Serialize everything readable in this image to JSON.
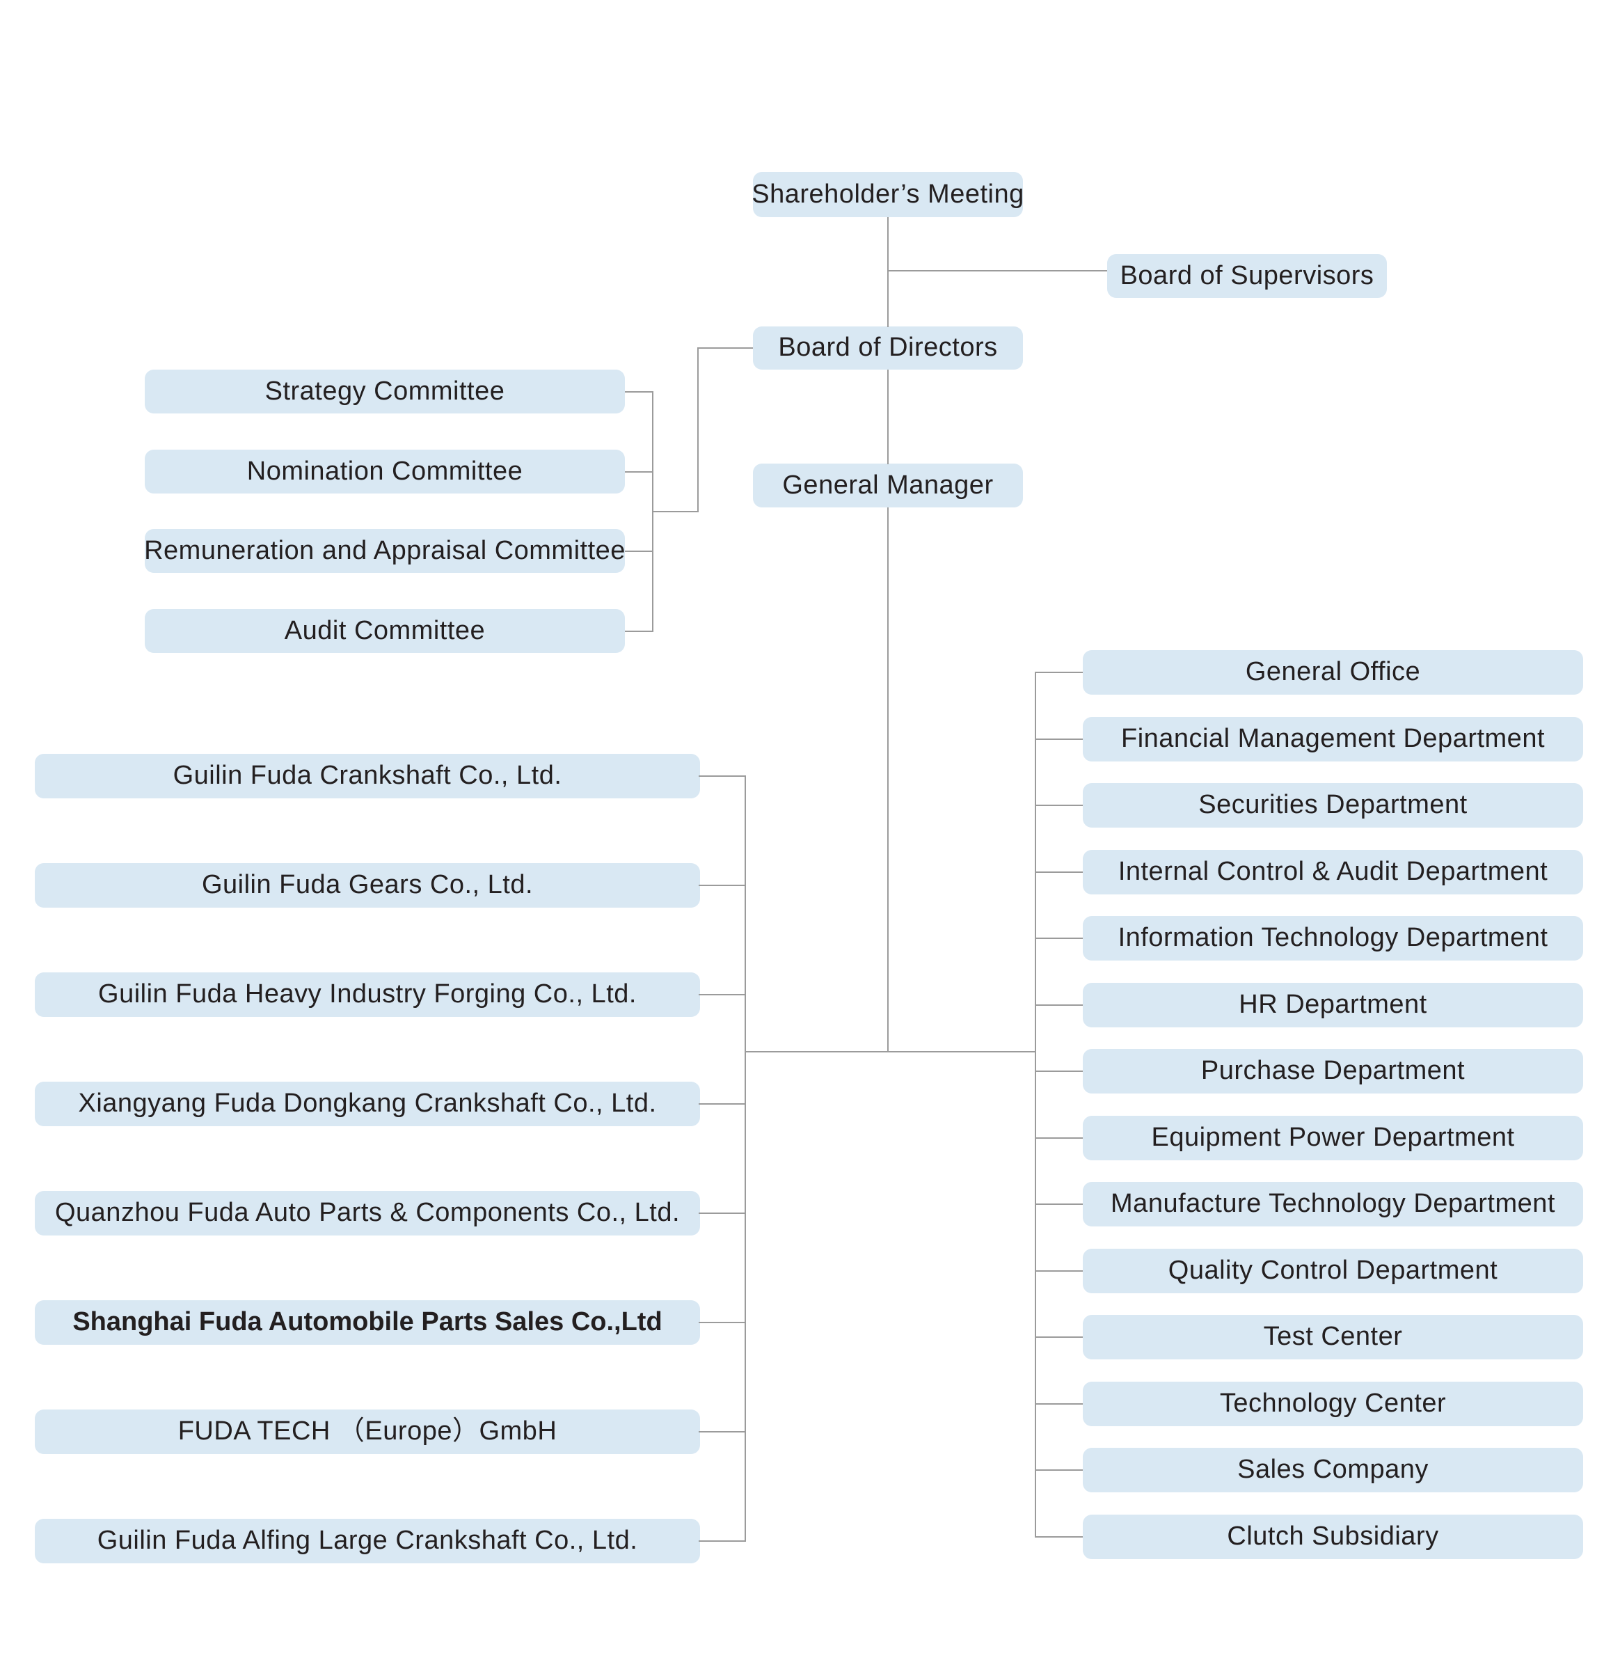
{
  "diagram": {
    "type": "org-chart",
    "background_color": "#ffffff",
    "node_fill_color": "#d9e8f3",
    "node_text_color": "#231f20",
    "connector_color": "#9b9b9b",
    "top": {
      "shareholders_meeting": "Shareholder’s Meeting",
      "board_of_supervisors": "Board of Supervisors",
      "board_of_directors": "Board of Directors",
      "general_manager": "General Manager"
    },
    "committees": [
      "Strategy Committee",
      "Nomination Committee",
      "Remuneration and Appraisal Committee",
      "Audit Committee"
    ],
    "subsidiaries": [
      "Guilin Fuda Crankshaft Co., Ltd.",
      "Guilin Fuda Gears Co., Ltd.",
      "Guilin Fuda Heavy Industry Forging Co., Ltd.",
      "Xiangyang Fuda Dongkang Crankshaft Co., Ltd.",
      "Quanzhou Fuda Auto Parts & Components Co., Ltd.",
      "Shanghai Fuda Automobile Parts Sales Co.,Ltd",
      "FUDA TECH （Europe）GmbH",
      "Guilin Fuda Alfing Large Crankshaft Co., Ltd."
    ],
    "departments": [
      "General Office",
      "Financial Management Department",
      "Securities Department",
      "Internal Control & Audit Department",
      "Information Technology Department",
      "HR Department",
      "Purchase Department",
      "Equipment Power Department",
      "Manufacture Technology Department",
      "Quality Control Department",
      "Test Center",
      "Technology Center",
      "Sales Company",
      "Clutch Subsidiary"
    ]
  }
}
